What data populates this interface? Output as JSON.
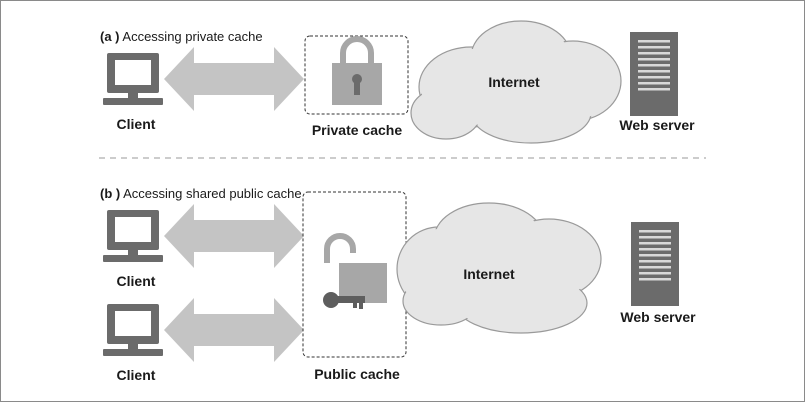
{
  "panel_a": {
    "caption_tag": "(a )",
    "caption_text": "Accessing private cache",
    "client_label": "Client",
    "cache_label": "Private cache",
    "internet_label": "Internet",
    "server_label": "Web server"
  },
  "panel_b": {
    "caption_tag": "(b )",
    "caption_text": "Accessing shared public cache",
    "client_label_1": "Client",
    "client_label_2": "Client",
    "cache_label": "Public cache",
    "internet_label": "Internet",
    "server_label": "Web server"
  },
  "icons": [
    "computer-icon",
    "lock-icon",
    "unlocked-lock-icon",
    "key-icon",
    "cloud-icon",
    "server-icon",
    "double-arrow-icon"
  ],
  "colors": {
    "icon_gray": "#6b6b6b",
    "arrow_gray": "#c4c4c4",
    "cloud_gray": "#e6e6e6",
    "lock_gray": "#a7a7a7"
  }
}
